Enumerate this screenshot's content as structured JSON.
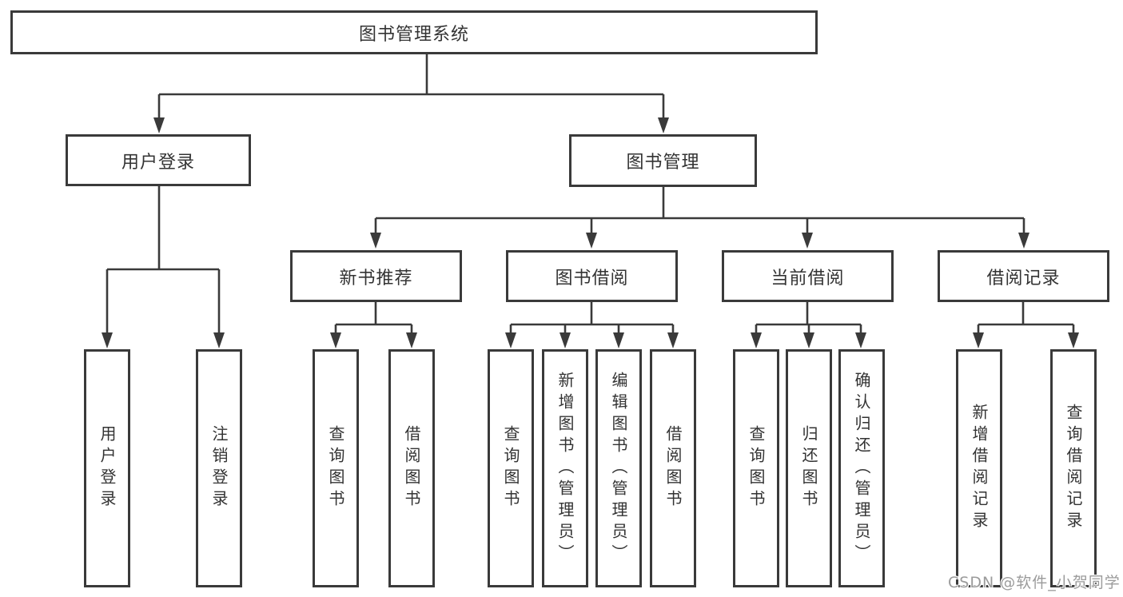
{
  "colors": {
    "line": "#3a3a3a",
    "box_border": "#3a3a3a",
    "text": "#333333",
    "background": "#ffffff",
    "watermark_text_color": "#9b9b9b"
  },
  "tree": {
    "root": {
      "label": "图书管理系统",
      "children": [
        {
          "label": "用户登录",
          "children": [
            {
              "label": "用户登录"
            },
            {
              "label": "注销登录"
            }
          ]
        },
        {
          "label": "图书管理",
          "children": [
            {
              "label": "新书推荐",
              "children": [
                {
                  "label": "查询图书"
                },
                {
                  "label": "借阅图书"
                }
              ]
            },
            {
              "label": "图书借阅",
              "children": [
                {
                  "label": "查询图书"
                },
                {
                  "label": "新增图书（管理员）"
                },
                {
                  "label": "编辑图书（管理员）"
                },
                {
                  "label": "借阅图书"
                }
              ]
            },
            {
              "label": "当前借阅",
              "children": [
                {
                  "label": "查询图书"
                },
                {
                  "label": "归还图书"
                },
                {
                  "label": "确认归还（管理员）"
                }
              ]
            },
            {
              "label": "借阅记录",
              "children": [
                {
                  "label": "新增借阅记录"
                },
                {
                  "label": "查询借阅记录"
                }
              ]
            }
          ]
        }
      ]
    }
  },
  "watermark": {
    "text": "CSDN @软件_小贺同学"
  }
}
